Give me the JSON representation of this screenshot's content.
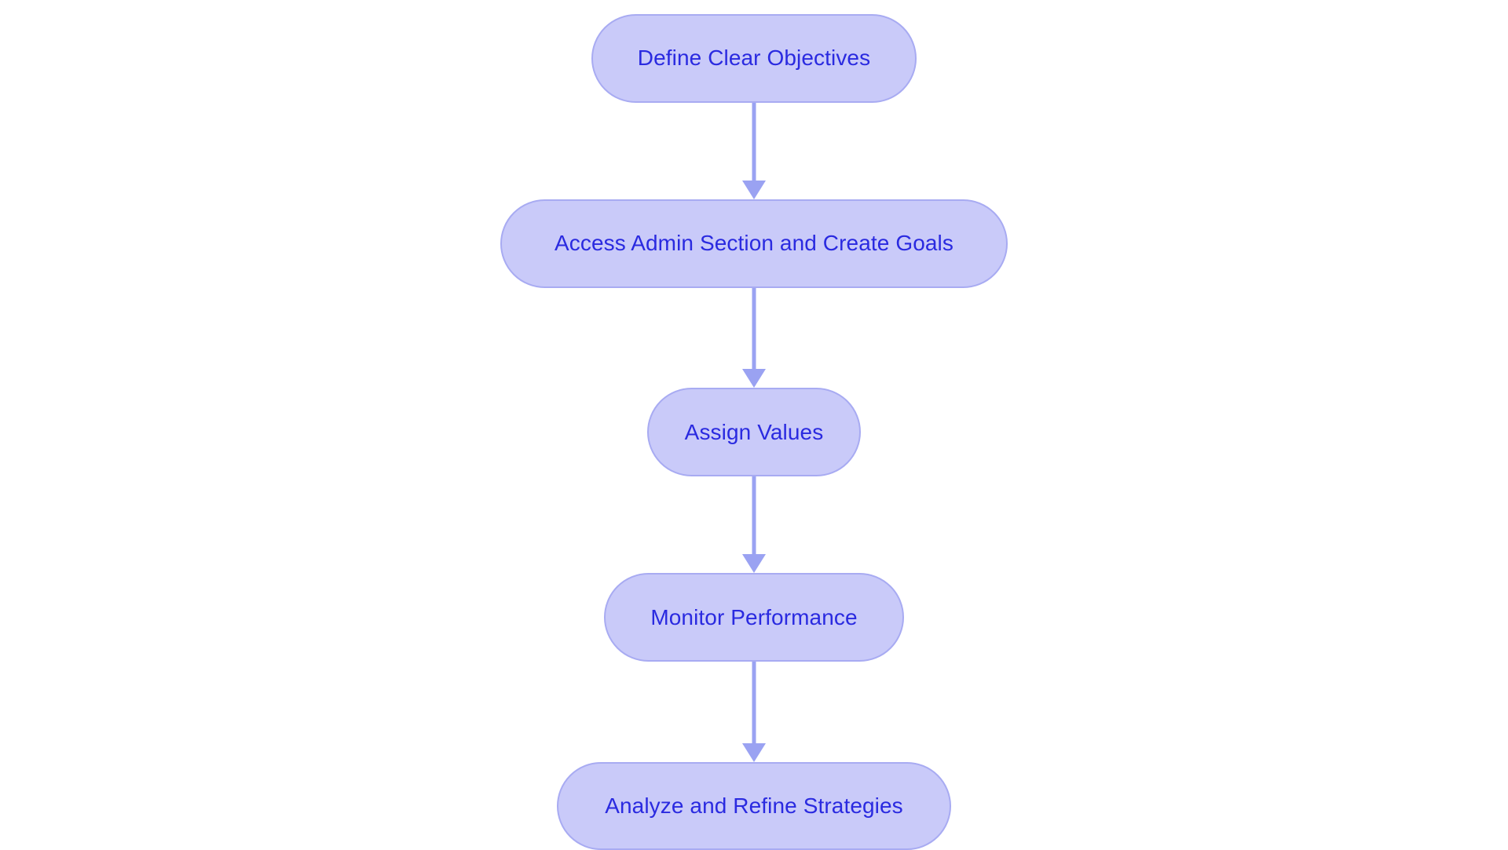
{
  "diagram": {
    "type": "flowchart",
    "orientation": "vertical-top-to-bottom",
    "background_color": "#ffffff",
    "node_fill_color": "#c9caf9",
    "node_border_color": "#a8abf2",
    "node_text_color": "#2a2ae0",
    "connector_color": "#9aa2f2",
    "node_count": 5,
    "connector_count": 4,
    "nodes": [
      {
        "id": "node-1",
        "label": "Define Clear Objectives",
        "shape": "rounded-pill"
      },
      {
        "id": "node-2",
        "label": "Access Admin Section and Create Goals",
        "shape": "rounded-pill"
      },
      {
        "id": "node-3",
        "label": "Assign Values",
        "shape": "rounded-pill"
      },
      {
        "id": "node-4",
        "label": "Monitor Performance",
        "shape": "rounded-pill"
      },
      {
        "id": "node-5",
        "label": "Analyze and Refine Strategies",
        "shape": "rounded-pill"
      }
    ],
    "connectors": [
      {
        "id": "edge-1",
        "from": "node-1",
        "to": "node-2",
        "label": "",
        "arrowhead": "triangle-down"
      },
      {
        "id": "edge-2",
        "from": "node-2",
        "to": "node-3",
        "label": "",
        "arrowhead": "triangle-down"
      },
      {
        "id": "edge-3",
        "from": "node-3",
        "to": "node-4",
        "label": "",
        "arrowhead": "triangle-down"
      },
      {
        "id": "edge-4",
        "from": "node-4",
        "to": "node-5",
        "label": "",
        "arrowhead": "triangle-down"
      }
    ]
  }
}
